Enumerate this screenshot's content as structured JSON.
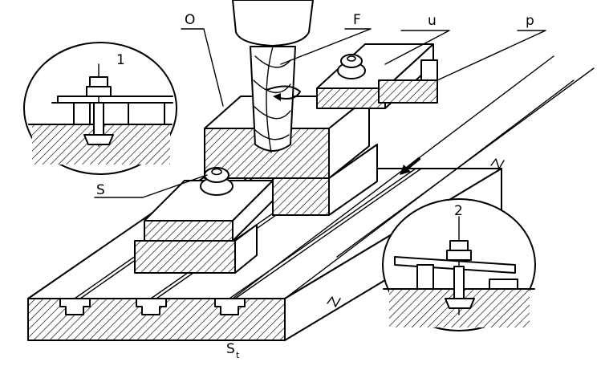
{
  "labels": {
    "workpiece": "O",
    "cutter": "F",
    "clamp": "u",
    "packing": "p",
    "screw": "S",
    "table_main": "S",
    "table_sub": "t"
  },
  "insets": {
    "correct": "1",
    "incorrect": "2"
  },
  "colors": {
    "ink": "#000000",
    "paper": "#ffffff"
  },
  "icons": {
    "feed_direction": "arrow-down-left-icon",
    "break_marks": "zigzag-break-icon"
  }
}
